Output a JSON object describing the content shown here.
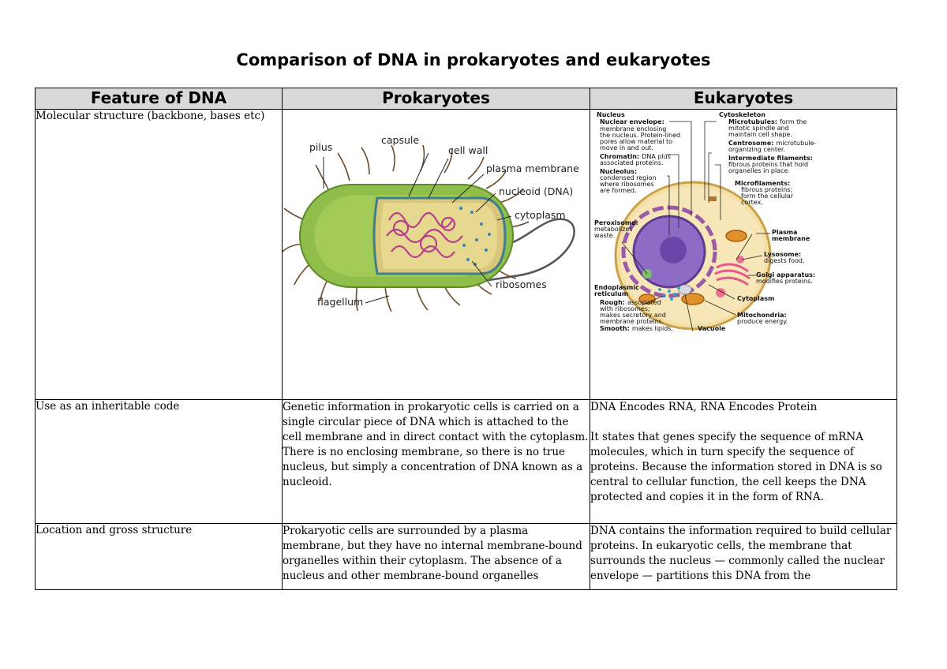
{
  "title": "Comparison of DNA in prokaryotes and eukaryotes",
  "headers": [
    "Feature of DNA",
    "Prokaryotes",
    "Eukaryotes"
  ],
  "rows": [
    {
      "feature": "Molecular structure (backbone, bases etc)"
    },
    {
      "feature": "Use as an inheritable code",
      "prokaryotes": "Genetic information in prokaryotic cells is carried on a single circular piece of DNA which is attached to the cell membrane and in direct contact with the cytoplasm. There is no enclosing membrane, so there is no true nucleus, but simply a concentration of DNA known as a nucleoid.",
      "eukaryotes_line1": "DNA Encodes RNA, RNA Encodes Protein",
      "eukaryotes_line2": "It states that genes specify the sequence of mRNA molecules, which in turn specify the sequence of proteins. Because the information stored in DNA is so central to cellular function, the cell keeps the DNA protected and copies it in the form of RNA."
    },
    {
      "feature": "Location and gross structure",
      "prokaryotes": "Prokaryotic cells are surrounded by a plasma membrane, but they have no internal membrane-bound organelles within their cytoplasm. The absence of a nucleus and other membrane-bound organelles",
      "eukaryotes": "DNA contains the information required to build cellular proteins. In eukaryotic cells, the membrane that surrounds the nucleus — commonly called the nuclear envelope — partitions this DNA from the"
    }
  ],
  "prokaryote_diagram": {
    "labels": {
      "pilus": "pilus",
      "capsule": "capsule",
      "cell_wall": "cell wall",
      "plasma_membrane": "plasma membrane",
      "nucleoid": "nucleoid (DNA)",
      "cytoplasm": "cytoplasm",
      "ribosomes": "ribosomes",
      "flagellum": "flagellum"
    }
  },
  "eukaryote_diagram": {
    "nucleus": "Nucleus",
    "nuclear_envelope_title": "Nuclear envelope:",
    "nuclear_envelope_desc": [
      "membrane enclosing",
      "the nucleus. Protein-lined",
      "pores allow material to",
      "move in and out."
    ],
    "chromatin_title": "Chromatin:",
    "chromatin_desc": [
      "DNA plus",
      "associated proteins."
    ],
    "nucleolus_title": "Nucleolus:",
    "nucleolus_desc": [
      "condensed region",
      "where ribosomes",
      "are formed."
    ],
    "peroxisome_title": "Peroxisome:",
    "peroxisome_desc": [
      "metabolizes",
      "waste."
    ],
    "er_title": [
      "Endoplasmic",
      "reticulum"
    ],
    "rough_title": "Rough:",
    "rough_desc": [
      "associated",
      "with ribosomes;",
      "makes secretory and",
      "membrane proteins."
    ],
    "smooth_title": "Smooth:",
    "smooth_desc": "makes lipids.",
    "vacuole": "Vacuole",
    "cytoskeleton": "Cytoskeleton",
    "microtubules_title": "Microtubules:",
    "microtubules_desc": [
      "form the",
      "mitotic spindle and",
      "maintain cell shape."
    ],
    "centrosome_title": "Centrosome:",
    "centrosome_desc": [
      "microtubule-",
      "organizing center."
    ],
    "intermediate_title": "Intermediate filaments:",
    "intermediate_desc": [
      "fibrous proteins that hold",
      "organelles in place."
    ],
    "microfilaments_title": "Microfilaments:",
    "microfilaments_desc": [
      "fibrous proteins;",
      "form the cellular",
      "cortex."
    ],
    "plasma_membrane": [
      "Plasma",
      "membrane"
    ],
    "lysosome_title": "Lysosome:",
    "lysosome_desc": "digests food.",
    "golgi_title": "Golgi apparatus:",
    "golgi_desc": "modifies proteins.",
    "cytoplasm": "Cytoplasm",
    "mitochondria_title": "Mitochondria:",
    "mitochondria_desc": "produce energy."
  }
}
